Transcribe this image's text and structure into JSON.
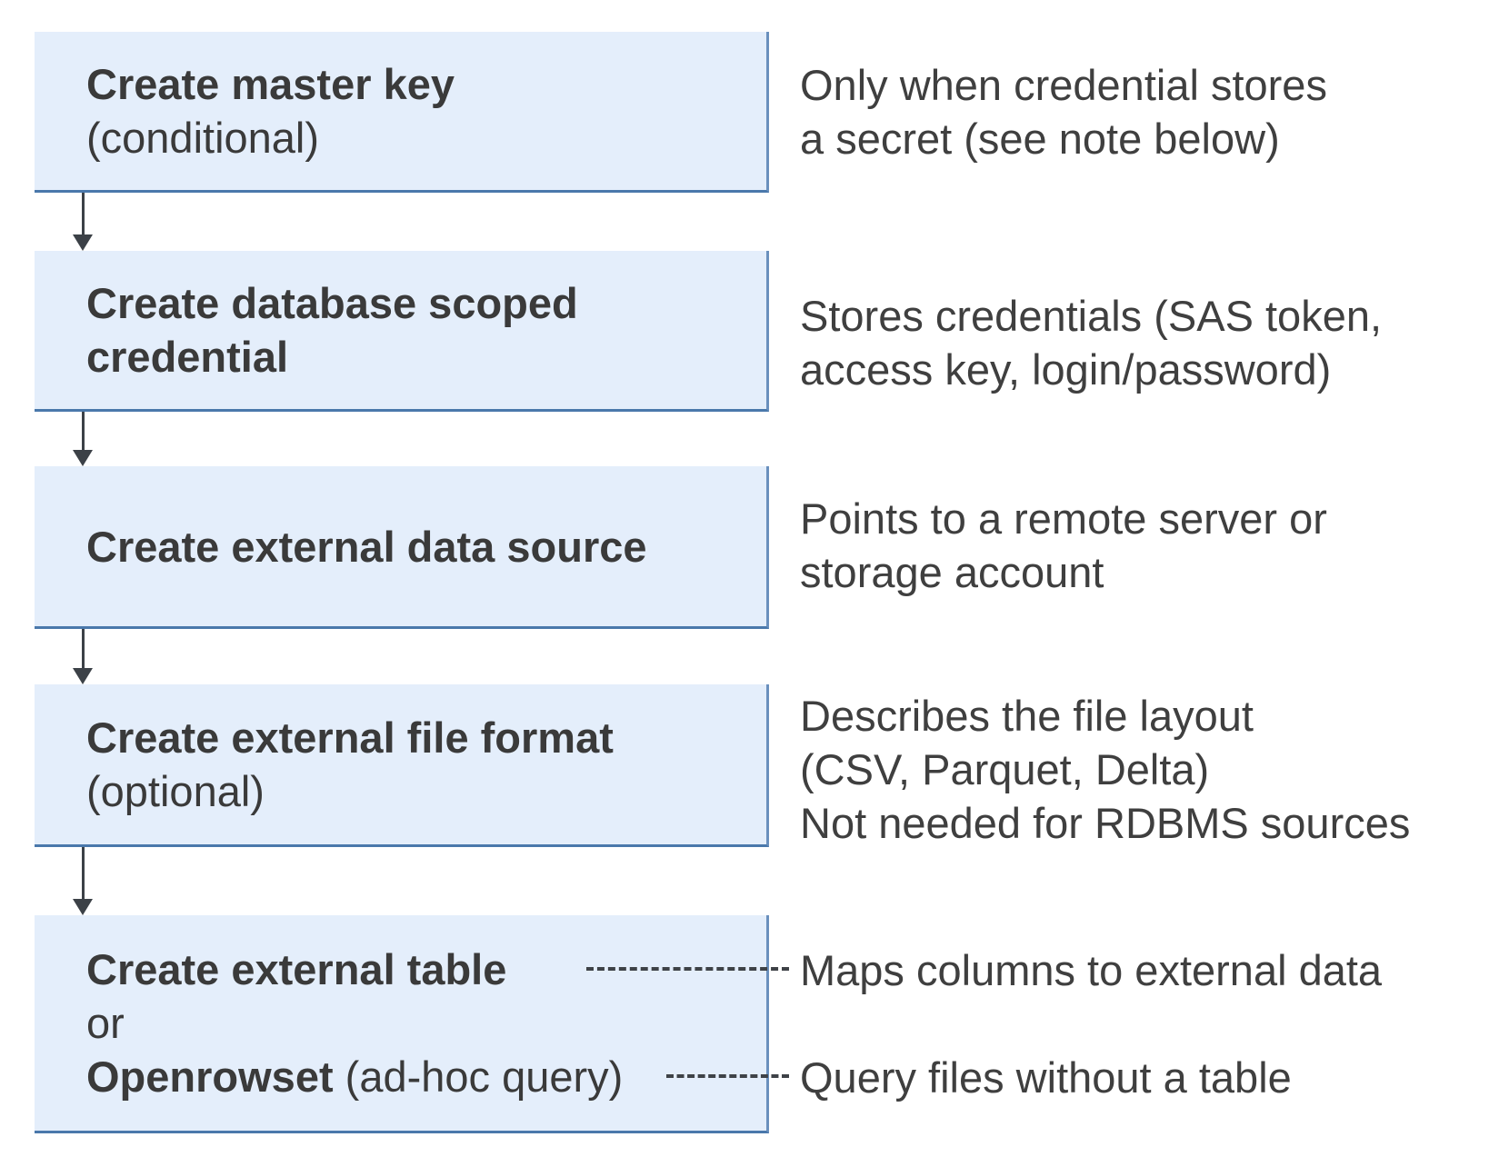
{
  "boxes": [
    {
      "name": "Create master key",
      "lines": [
        {
          "bold": "Create master key",
          "normal": ""
        },
        {
          "bold": "",
          "normal": "(conditional)"
        }
      ]
    },
    {
      "name": "Create database scoped credential",
      "lines": [
        {
          "bold": "Create database scoped",
          "normal": ""
        },
        {
          "bold": "credential",
          "normal": ""
        }
      ]
    },
    {
      "name": "Create external data source",
      "lines": [
        {
          "bold": "Create external data source",
          "normal": ""
        }
      ]
    },
    {
      "name": "Create external file format",
      "lines": [
        {
          "bold": "Create external file format",
          "normal": ""
        },
        {
          "bold": "",
          "normal": "(optional)"
        }
      ]
    },
    {
      "name": "Create external table or Openrowset",
      "lines": [
        {
          "bold": "Create external table",
          "normal": ""
        },
        {
          "bold": "",
          "normal": "or"
        },
        {
          "bold": "Openrowset",
          "normal": " (ad-hoc query)"
        }
      ]
    }
  ],
  "annotations": [
    {
      "lines": [
        "Only when credential stores",
        "a secret (see note below)"
      ]
    },
    {
      "lines": [
        "Stores credentials (SAS token,",
        "access key, login/password)"
      ]
    },
    {
      "lines": [
        "Points to a remote server or",
        "storage account"
      ]
    },
    {
      "lines": [
        "Describes the file layout",
        "(CSV, Parquet, Delta)",
        "Not needed for RDBMS sources"
      ]
    },
    {
      "lines": [
        "Maps columns to external data"
      ]
    },
    {
      "lines": [
        "Query files without a table"
      ]
    }
  ],
  "colors": {
    "box_fill": "#e4eefb",
    "box_border_bottom": "#4a78ab",
    "box_border_right": "#6a90bd",
    "arrow": "#3c4147",
    "dash": "#3e4247",
    "title_text": "#3a3a3a",
    "note_text": "#3f3f3f",
    "background": "#ffffff"
  }
}
